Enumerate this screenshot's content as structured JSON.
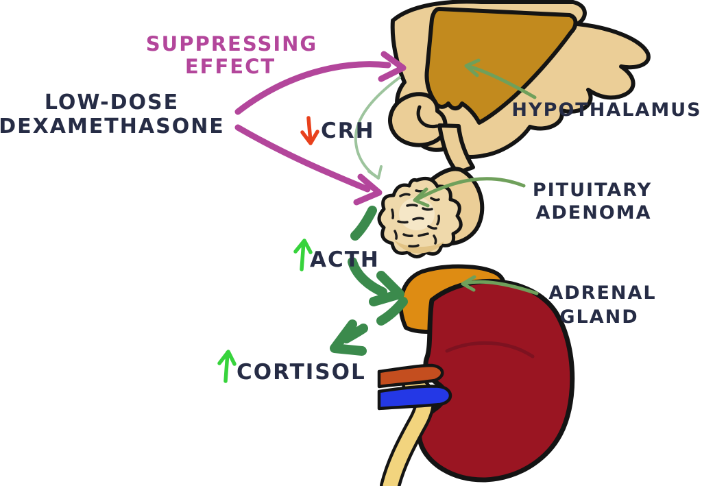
{
  "diagram": {
    "labels": {
      "suppressing_line1": "SUPPRESSING",
      "suppressing_line2": "EFFECT",
      "drug_line1": "LOW-DOSE",
      "drug_line2": "DEXAMETHASONE",
      "crh": "CRH",
      "hypothalamus": "HYPOTHALAMUS",
      "pituitary_line1": "PITUITARY",
      "pituitary_line2": "ADENOMA",
      "acth": "ACTH",
      "adrenal_line1": "ADRENAL",
      "adrenal_line2": "GLAND",
      "cortisol": "CORTISOL"
    },
    "indicators": {
      "crh_arrow_glyph": "↓",
      "acth_arrow_glyph": "↑",
      "cortisol_arrow_glyph": "↑"
    },
    "colors": {
      "magenta": "#b3469b",
      "navy": "#262c45",
      "red_down": "#e8401c",
      "bright_green": "#37d33c",
      "dark_green": "#3b8a4c",
      "pointer_green": "#6fa05b",
      "sage_green": "#9dc49d",
      "cream": "#ebce97",
      "gold": "#c28a1e",
      "adenoma_fill": "#efd9ab",
      "adenoma_light": "#f5e7c7",
      "adenoma_shade": "#e2c385",
      "kidney_red": "#9a1522",
      "adrenal_orange": "#de8c13",
      "artery_red": "#c44e1f",
      "vein_blue": "#2438e6",
      "ureter_yellow": "#f2d47e",
      "outline": "#141414"
    }
  }
}
